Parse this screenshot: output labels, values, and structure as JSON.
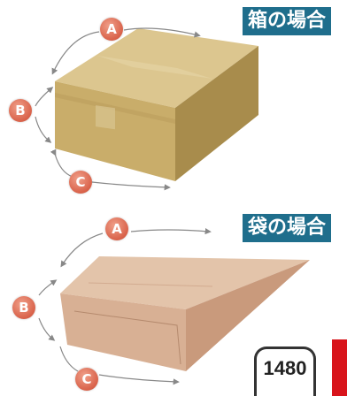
{
  "box_section": {
    "title": "箱の場合",
    "labels": {
      "a": "A",
      "b": "B",
      "c": "C"
    }
  },
  "bag_section": {
    "title": "袋の場合",
    "labels": {
      "a": "A",
      "b": "B",
      "c": "C"
    }
  },
  "size_badge": {
    "value": "1480"
  },
  "colors": {
    "title_bg": "#1f6e8c",
    "marker": "#d9624a",
    "box_top": "#d9c28a",
    "box_front": "#c4a864",
    "bag_top": "#e1c2a8",
    "bag_front": "#d6ae90",
    "arrow": "#888888",
    "red_strip": "#d8141b"
  }
}
